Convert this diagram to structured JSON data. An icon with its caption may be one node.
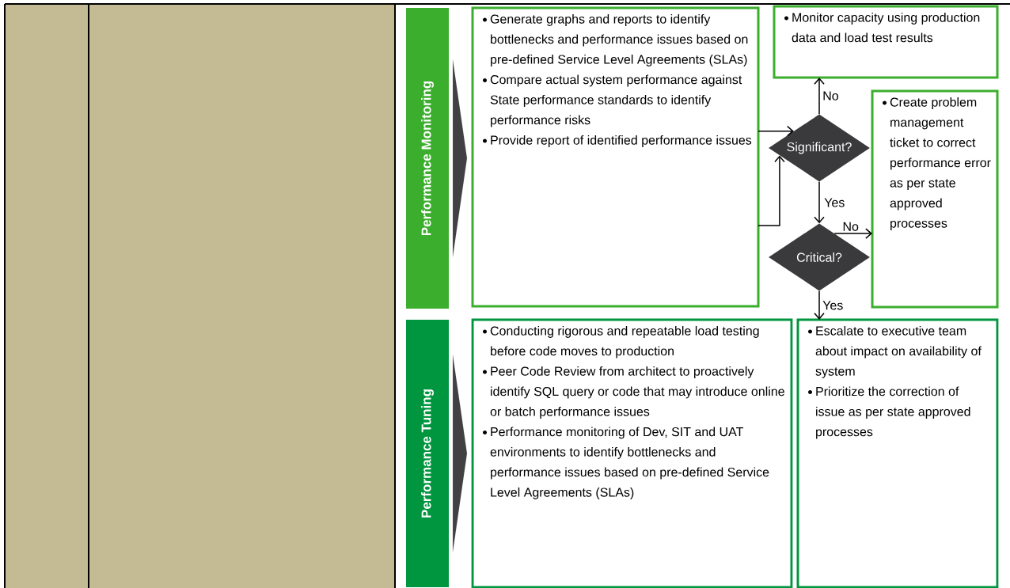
{
  "diagram": {
    "nodes": [
      {
        "text": [
          "Performance  Monitoring"
        ]
      },
      {
        "text": [
          "Performance Tuning"
        ]
      },
      {
        "text": [
          "Generate graphs and reports to identify bottlenecks and performance issues based on pre-defined Service Level Agreements (SLAs)",
          "Compare actual system performance against State performance standards to identify performance risks",
          "Provide report of identified performance issues"
        ]
      },
      {
        "text": [
          "Monitor capacity using production data and load test results"
        ]
      },
      {
        "text": [
          "Significant?"
        ]
      },
      {
        "text": [
          "Critical?"
        ]
      },
      {
        "text": [
          "Create problem management ticket to correct performance error as per state approved processes"
        ]
      },
      {
        "text": [
          "Conducting rigorous and repeatable load testing before code moves to production",
          "Peer Code Review from architect to proactively identify SQL query or code that may introduce online or batch performance issues",
          "Performance monitoring of Dev, SIT and UAT environments to identify bottlenecks and performance issues based on pre-defined Service Level Agreements (SLAs)"
        ]
      },
      {
        "text": [
          "Escalate to executive team about impact on availability of system",
          "Prioritize the correction of issue as per state approved processes"
        ]
      }
    ],
    "edges": [
      {
        "from": 2,
        "to": 4,
        "arrow": "to"
      },
      {
        "from": 2,
        "to": 4,
        "arrow": "to"
      },
      {
        "from": 4,
        "to": 3,
        "arrow": "to",
        "label": "No"
      },
      {
        "from": 4,
        "to": 5,
        "arrow": "to",
        "label": "Yes"
      },
      {
        "from": 5,
        "to": 6,
        "arrow": "to",
        "label": "No"
      },
      {
        "from": 5,
        "to": 8,
        "arrow": "to",
        "label": "Yes"
      },
      {
        "from": 0,
        "to": 2,
        "arrow": "to",
        "color": "#414143"
      },
      {
        "from": 1,
        "to": 7,
        "arrow": "to",
        "color": "#414143"
      }
    ]
  }
}
